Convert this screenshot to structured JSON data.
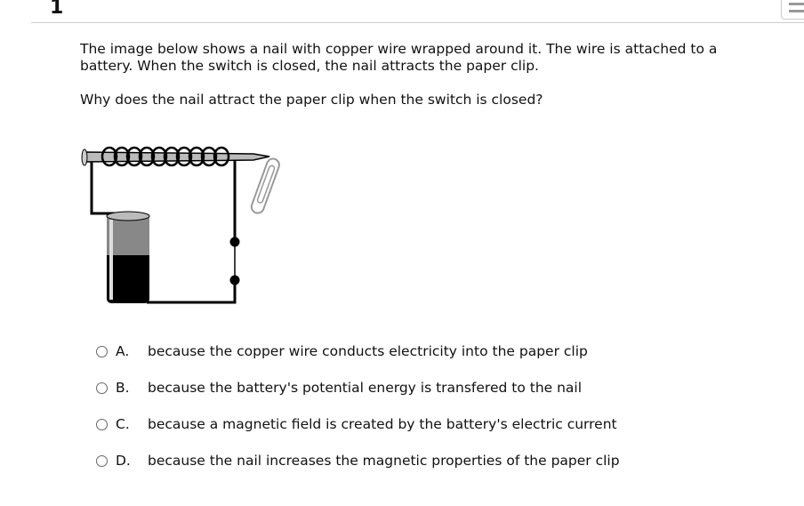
{
  "question_number": "1",
  "stem": "The image below shows a nail with copper wire wrapped around it. The wire is attached to a battery. When the switch is closed, the nail attracts the paper clip.",
  "prompt": "Why does the nail attract the paper clip when the switch is closed?",
  "options": [
    {
      "letter": "A.",
      "text": "because the copper wire conducts electricity into the paper clip"
    },
    {
      "letter": "B.",
      "text": "because the battery's potential energy is transfered to the nail"
    },
    {
      "letter": "C.",
      "text": "because a magnetic field is created by the battery's electric current"
    },
    {
      "letter": "D.",
      "text": "because the nail increases the magnetic properties of the paper clip"
    }
  ]
}
